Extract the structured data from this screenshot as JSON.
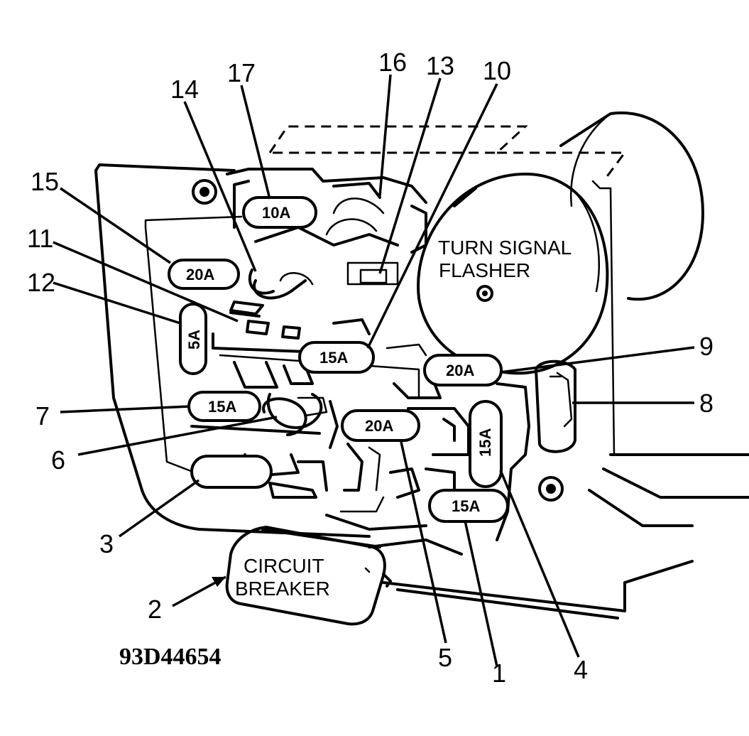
{
  "callouts": [
    "1",
    "2",
    "3",
    "4",
    "5",
    "6",
    "7",
    "8",
    "9",
    "10",
    "11",
    "12",
    "13",
    "14",
    "15",
    "16",
    "17"
  ],
  "fuses": {
    "f17": "10A",
    "f15": "20A",
    "f12": "5A",
    "f10": "15A",
    "f9": "20A",
    "f7": "15A",
    "f5": "20A",
    "f4": "15A",
    "f1": "15A"
  },
  "flasher": {
    "line1": "TURN SIGNAL",
    "line2": "FLASHER"
  },
  "breaker": {
    "line1": "CIRCUIT",
    "line2": "BREAKER"
  },
  "figure_code": "93D44654"
}
